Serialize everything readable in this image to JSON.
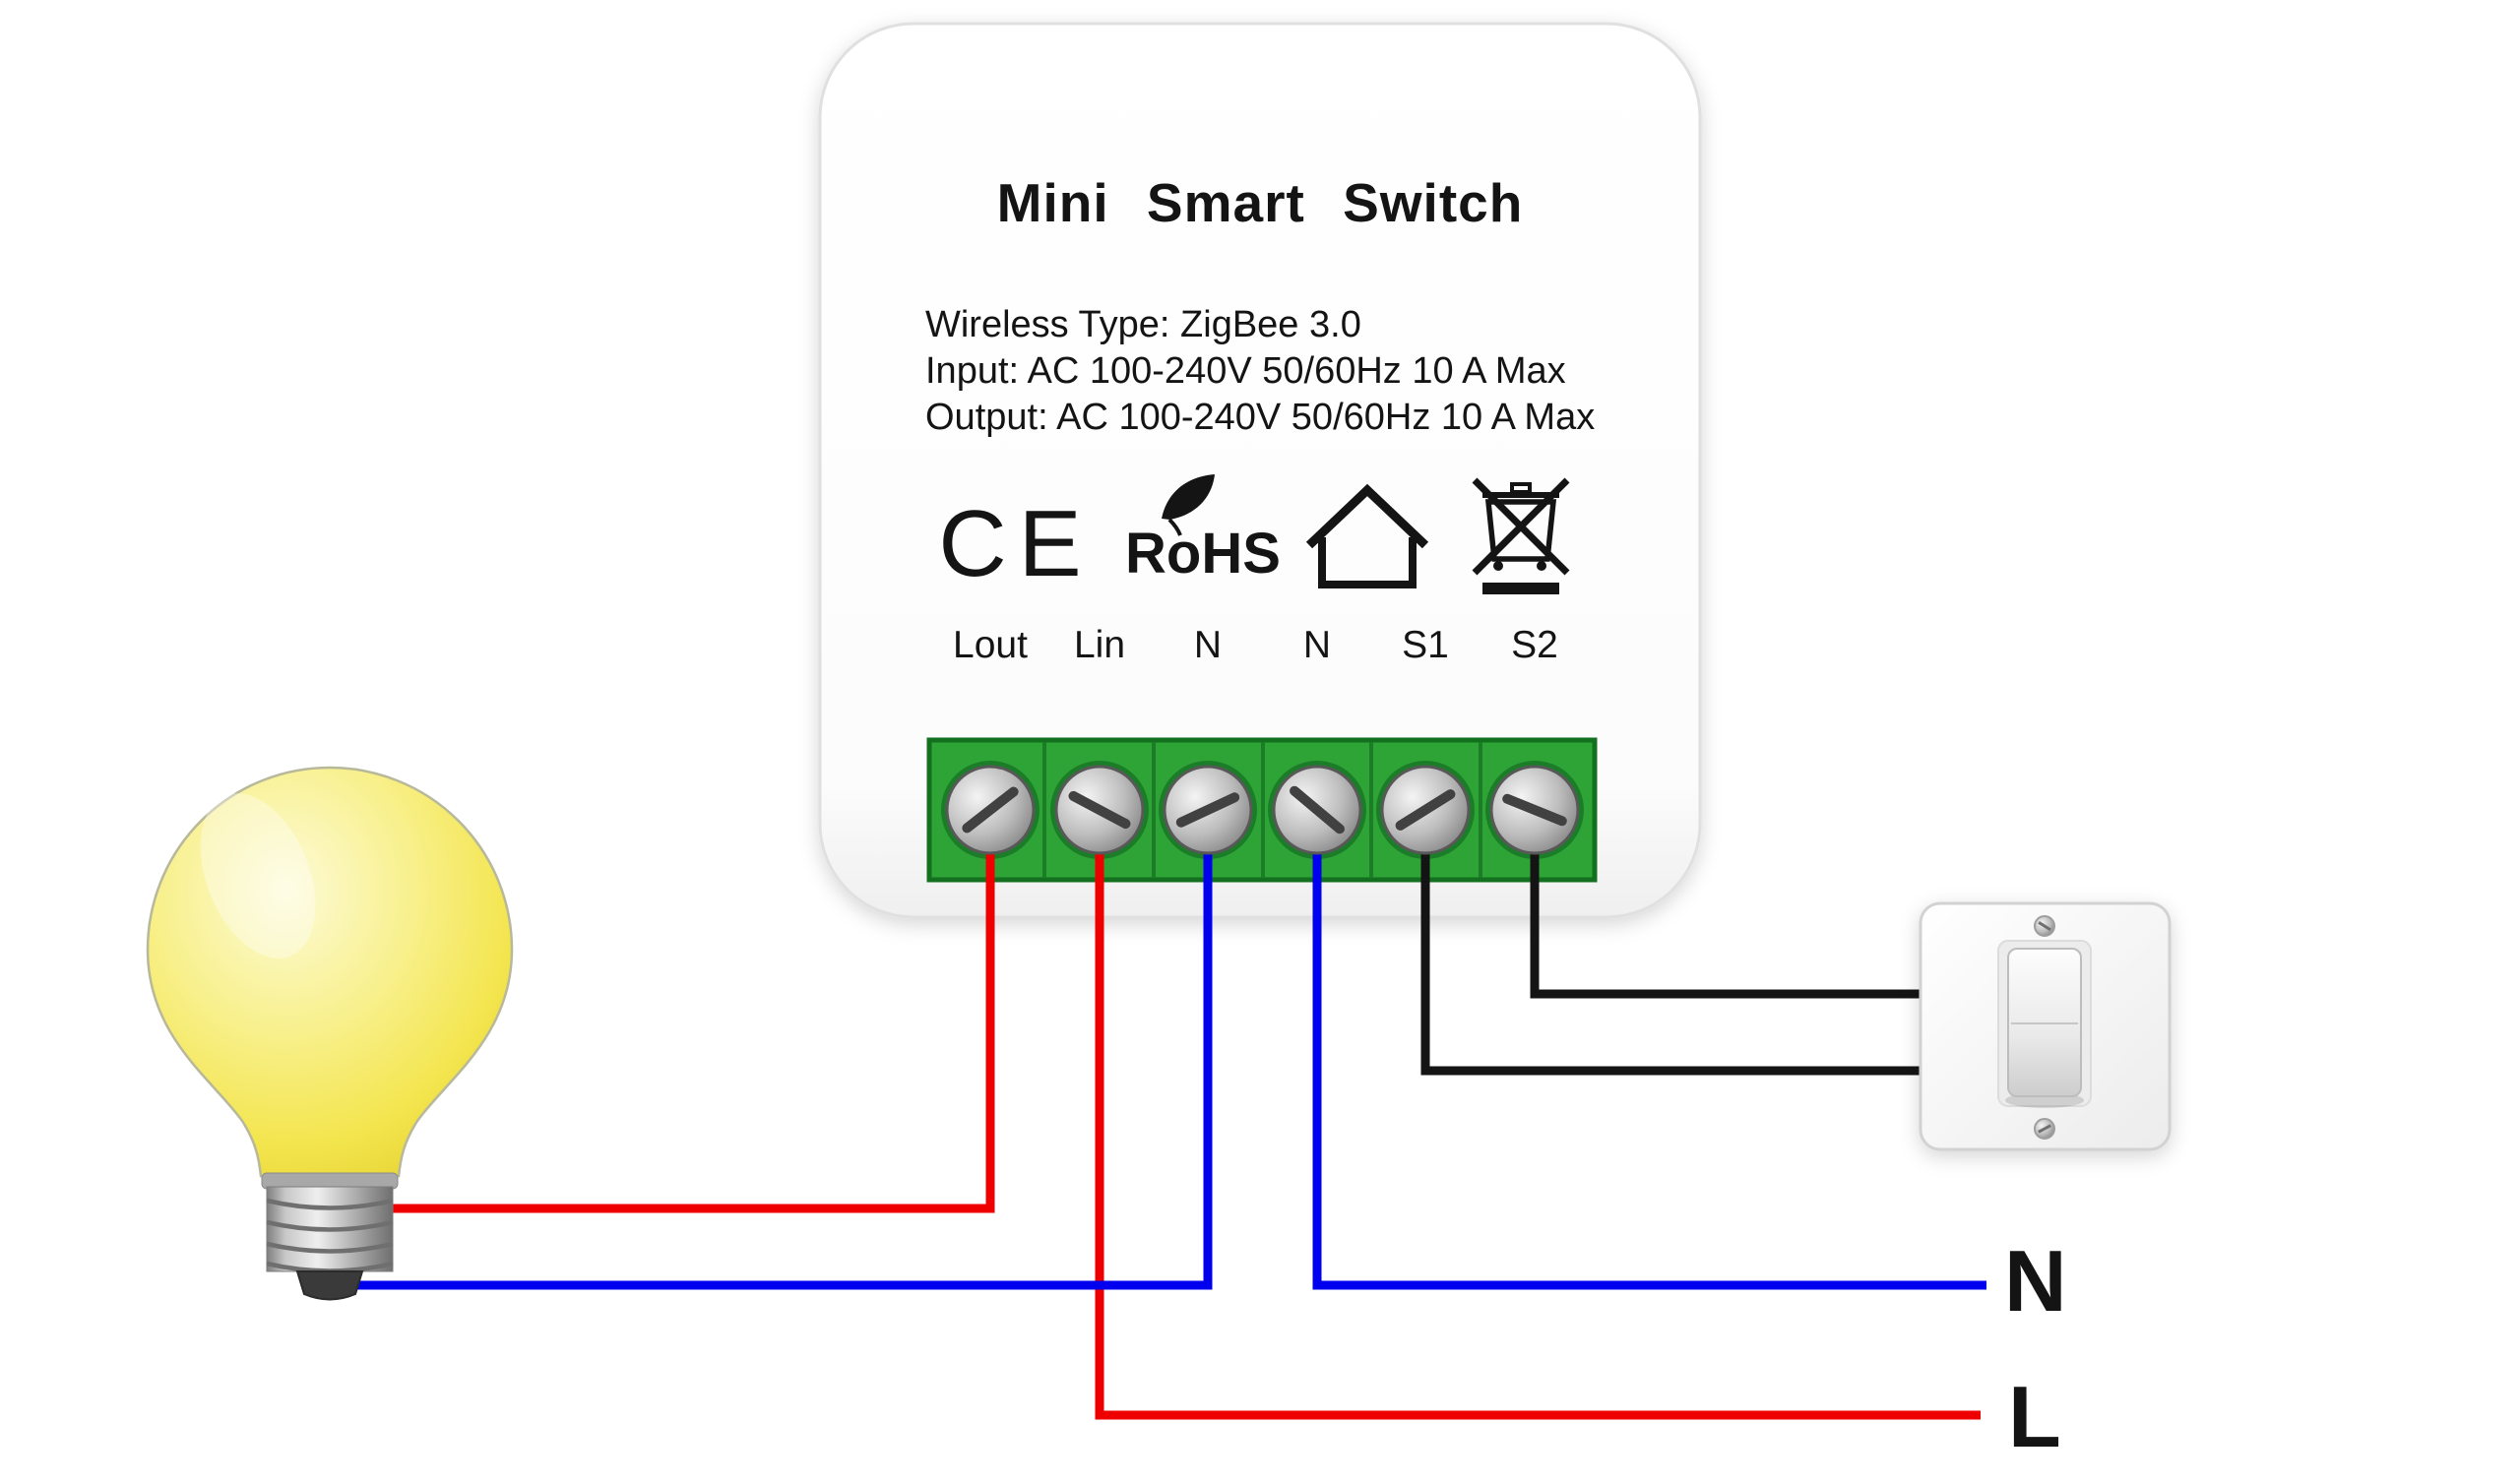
{
  "device": {
    "title": "Mini Smart Switch",
    "specs": {
      "wireless": "Wireless Type: ZigBee 3.0",
      "input": "Input: AC 100-240V 50/60Hz 10 A Max",
      "output": "Output: AC 100-240V 50/60Hz 10 A Max"
    },
    "certifications": {
      "ce": "CE",
      "rohs": "RoHS"
    },
    "terminals": {
      "labels": [
        "Lout",
        "Lin",
        "N",
        "N",
        "S1",
        "S2"
      ]
    }
  },
  "wiring": {
    "neutral_label": "N",
    "line_label": "L",
    "colors": {
      "live": "#ee0000",
      "neutral": "#0000ee",
      "switch_loop": "#141414",
      "terminal_block": "#2ea437"
    }
  },
  "components": [
    "light-bulb",
    "mini-smart-switch-module",
    "wall-switch"
  ],
  "icons": [
    "ce-mark",
    "rohs-leaf",
    "house-keep-indoor",
    "weee-crossed-bin"
  ]
}
